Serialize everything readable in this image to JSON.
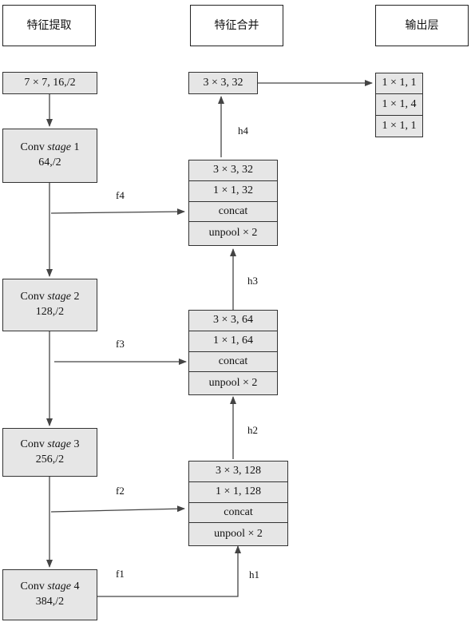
{
  "headers": {
    "extract": "特征提取",
    "merge": "特征合并",
    "output": "输出层"
  },
  "extraction": {
    "input": "7 × 7, 16,/2",
    "stages": [
      {
        "prefix": "Conv ",
        "word": "stage",
        "num": " 1",
        "sub": "64,/2"
      },
      {
        "prefix": "Conv ",
        "word": "stage",
        "num": " 2",
        "sub": "128,/2"
      },
      {
        "prefix": "Conv ",
        "word": "stage",
        "num": " 3",
        "sub": "256,/2"
      },
      {
        "prefix": "Conv ",
        "word": "stage",
        "num": " 4",
        "sub": "384,/2"
      }
    ]
  },
  "merge": {
    "top": "3 × 3, 32",
    "block1": [
      "3 × 3, 32",
      "1 × 1, 32",
      "concat",
      "unpool × 2"
    ],
    "block2": [
      "3 × 3, 64",
      "1 × 1, 64",
      "concat",
      "unpool × 2"
    ],
    "block3": [
      "3 × 3, 128",
      "1 × 1, 128",
      "concat",
      "unpool × 2"
    ]
  },
  "output": [
    "1 × 1, 1",
    "1 × 1, 4",
    "1 × 1, 1"
  ],
  "labels": {
    "f1": "f1",
    "f2": "f2",
    "f3": "f3",
    "f4": "f4",
    "h1": "h1",
    "h2": "h2",
    "h3": "h3",
    "h4": "h4"
  }
}
